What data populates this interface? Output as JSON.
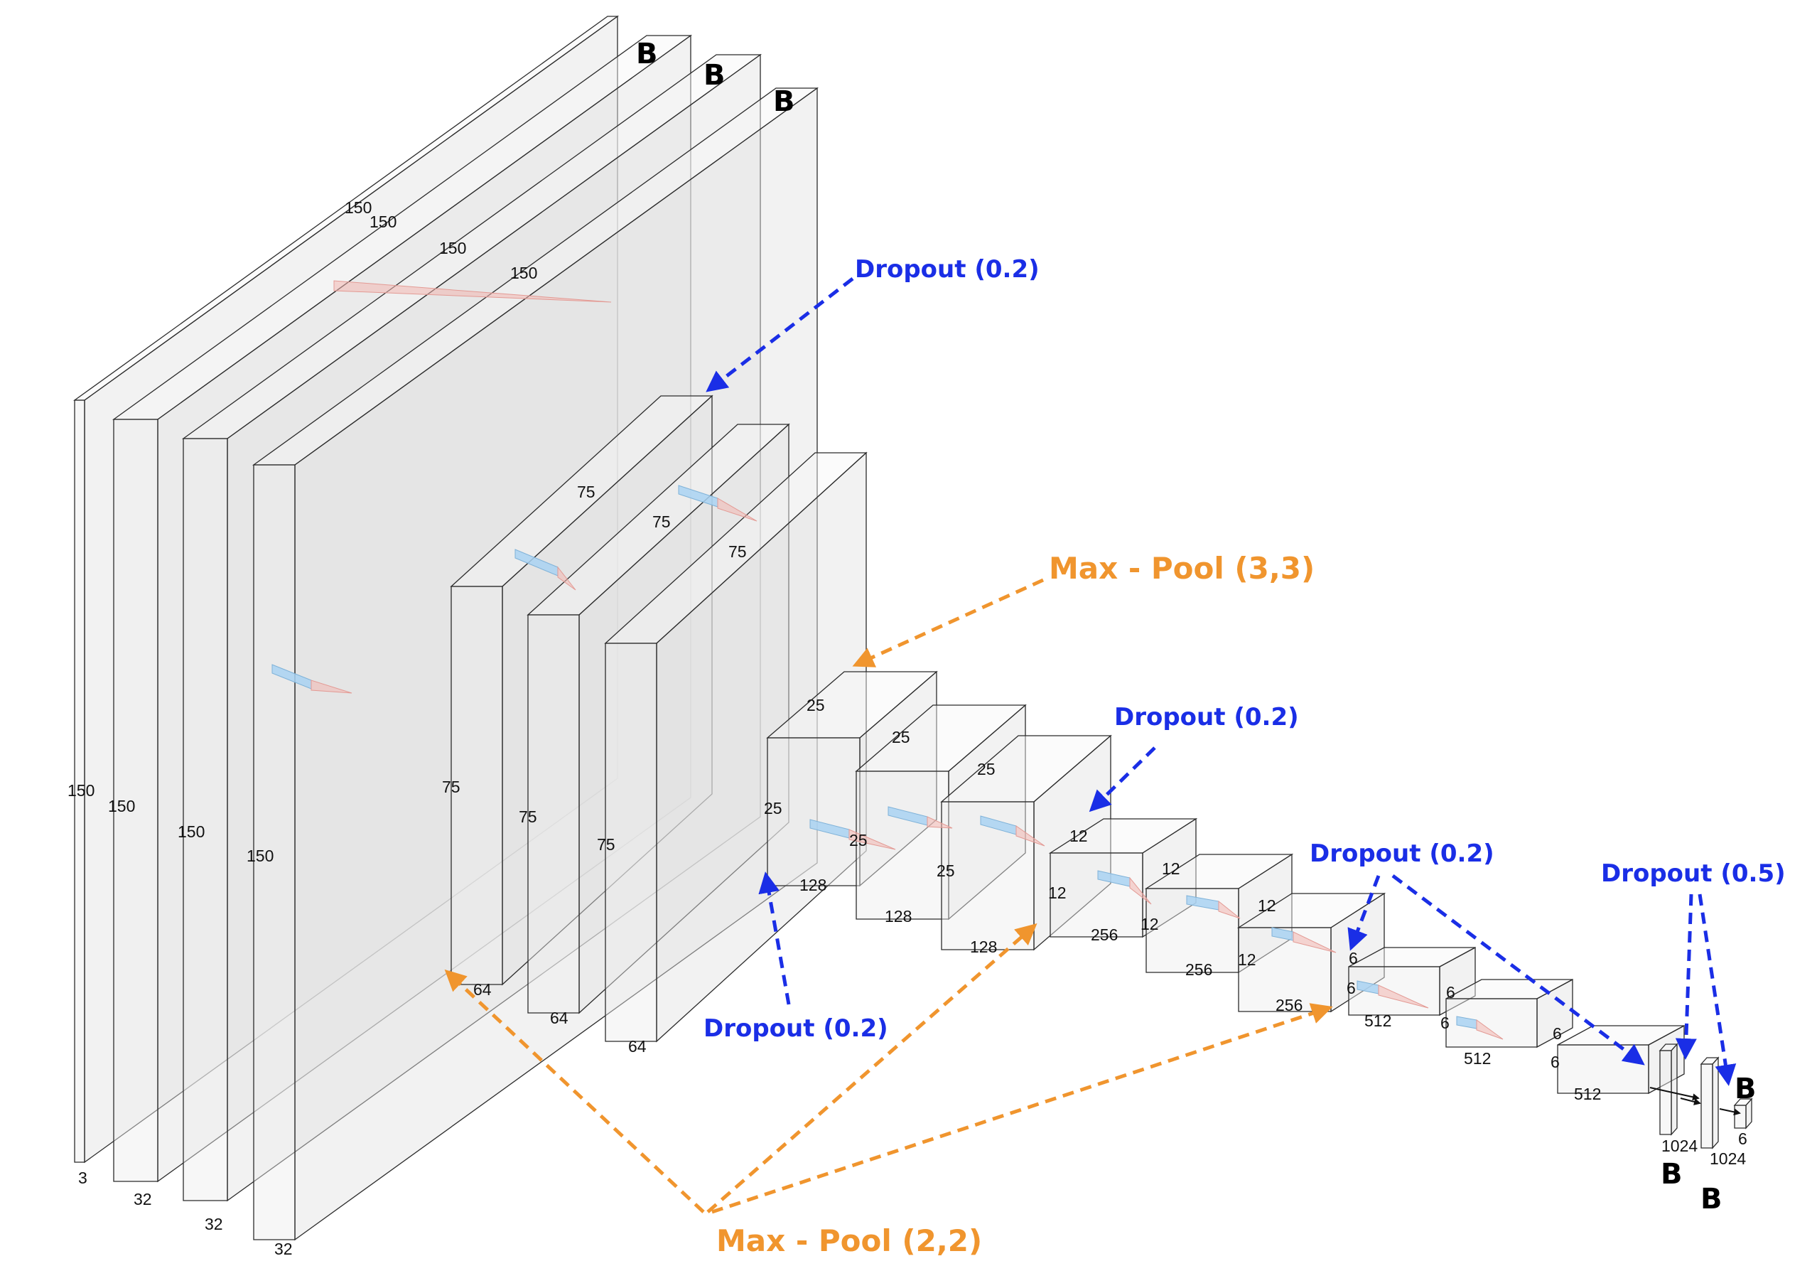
{
  "layers": [
    {
      "dims": [
        "150",
        "150",
        "3"
      ]
    },
    {
      "dims": [
        "150",
        "150",
        "32"
      ]
    },
    {
      "dims": [
        "150",
        "150",
        "32"
      ]
    },
    {
      "dims": [
        "150",
        "150",
        "32"
      ]
    },
    {
      "dims": [
        "75",
        "75",
        "64"
      ]
    },
    {
      "dims": [
        "75",
        "75",
        "64"
      ]
    },
    {
      "dims": [
        "75",
        "75",
        "64"
      ]
    },
    {
      "dims": [
        "25",
        "25",
        "128"
      ]
    },
    {
      "dims": [
        "25",
        "25",
        "128"
      ]
    },
    {
      "dims": [
        "25",
        "25",
        "128"
      ]
    },
    {
      "dims": [
        "12",
        "12",
        "256"
      ]
    },
    {
      "dims": [
        "12",
        "12",
        "256"
      ]
    },
    {
      "dims": [
        "12",
        "12",
        "256"
      ]
    },
    {
      "dims": [
        "6",
        "6",
        "512"
      ]
    },
    {
      "dims": [
        "6",
        "6",
        "512"
      ]
    },
    {
      "dims": [
        "6",
        "6",
        "512"
      ]
    },
    {
      "dims": [
        "1024"
      ]
    },
    {
      "dims": [
        "1024"
      ]
    },
    {
      "dims": [
        "6"
      ]
    }
  ],
  "batchnorm_marker": "B",
  "annotations": {
    "dropout_top": "Dropout (0.2)",
    "maxpool_33": "Max - Pool (3,3)",
    "dropout_mid": "Dropout (0.2)",
    "dropout_right": "Dropout (0.2)",
    "dropout_dense": "Dropout (0.5)",
    "dropout_bottom": "Dropout (0.2)",
    "maxpool_22": "Max - Pool (2,2)"
  },
  "colors": {
    "dropout": "#1a2ee6",
    "maxpool": "#f0952e",
    "box_stroke": "#2b2b2b",
    "kernel_blue": "#a9d2f2",
    "kernel_red": "#f3b6b1"
  }
}
